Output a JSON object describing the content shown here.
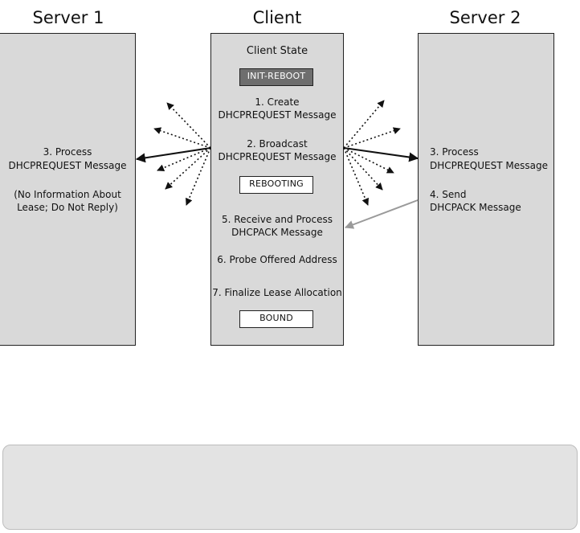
{
  "server1": {
    "title": "Server 1",
    "step3_line1": "3. Process",
    "step3_line2": "DHCPREQUEST Message",
    "note_line1": "(No Information About",
    "note_line2": "Lease; Do Not Reply)"
  },
  "client": {
    "title": "Client",
    "state_heading": "Client State",
    "state_init_reboot": "INIT-REBOOT",
    "step1_line1": "1. Create",
    "step1_line2": "DHCPREQUEST Message",
    "step2_line1": "2. Broadcast",
    "step2_line2": "DHCPREQUEST Message",
    "state_rebooting": "REBOOTING",
    "step5_line1": "5. Receive and Process",
    "step5_line2": "DHCPACK Message",
    "step6": "6. Probe Offered Address",
    "step7": "7. Finalize Lease Allocation",
    "state_bound": "BOUND"
  },
  "server2": {
    "title": "Server 2",
    "step3_line1": "3. Process",
    "step3_line2": "DHCPREQUEST Message",
    "step4_line1": "4. Send",
    "step4_line2": "DHCPACK Message"
  },
  "colors": {
    "panel_fill": "#d9d9d9",
    "active_state_fill": "#6e6e6e",
    "ack_arrow": "#9a9a9a",
    "bottom_box_fill": "#e3e3e3"
  }
}
